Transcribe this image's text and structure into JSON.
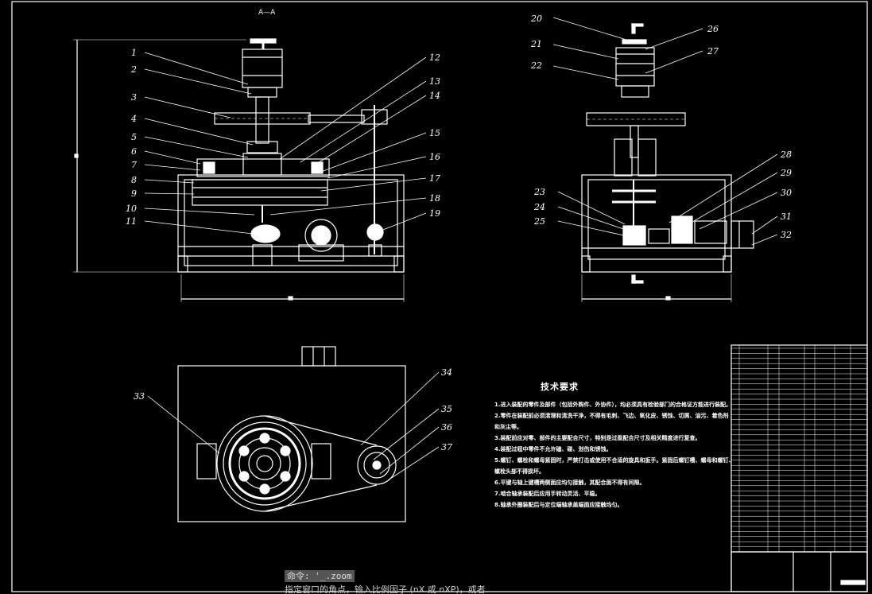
{
  "section_label": "A—A",
  "callouts_main": [
    "1",
    "2",
    "3",
    "4",
    "5",
    "6",
    "7",
    "8",
    "9",
    "10",
    "11",
    "12",
    "13",
    "14",
    "15",
    "16",
    "17",
    "18",
    "19"
  ],
  "callouts_side": [
    "20",
    "21",
    "22",
    "26",
    "27",
    "28",
    "29",
    "30",
    "23",
    "24",
    "25",
    "31",
    "32"
  ],
  "callouts_plan": [
    "33",
    "34",
    "35",
    "36",
    "37"
  ],
  "tech": {
    "title": "技术要求",
    "items": [
      "1.进入装配的零件及部件（包括外购件、外协件），均必须具有检验部门的合格证方能进行装配。",
      "2.零件在装配前必须清理和清洗干净，不得有毛刺、飞边、氧化皮、锈蚀、切屑、油污、着色剂",
      "和灰尘等。",
      "3.装配前应对零、部件的主要配合尺寸，特别是过盈配合尺寸及相关精度进行复查。",
      "4.装配过程中零件不允许磕、碰、划伤和锈蚀。",
      "5.螺钉、螺栓和螺母紧固时，严禁打击或使用不合适的旋具和扳手。紧固后螺钉槽、螺母和螺钉、",
      "螺栓头部不得损坏。",
      "6.平键与轴上键槽两侧面应均匀接触，其配合面不得有间隙。",
      "7.啮合轴承装配后应用手转动灵活、平稳。",
      "8.轴承外圈装配后与定位端轴承盖端面应接触均匀。"
    ]
  },
  "command": {
    "line1": "命令: '_.zoom",
    "line2": "指定窗口的角点，输入比例因子 (nX 或 nXP)，或者"
  },
  "colors": {
    "background": "#000000",
    "lines": "#ffffff",
    "command_bg": "#555555"
  }
}
